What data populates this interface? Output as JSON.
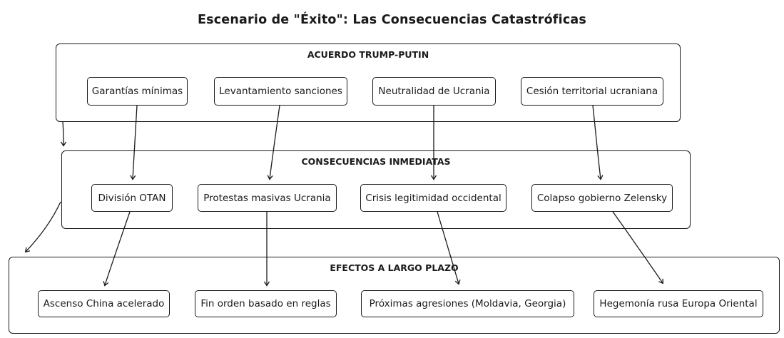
{
  "title": "Escenario de \"Éxito\": Las Consecuencias Catastróficas",
  "colors": {
    "line": "#1a1a1a",
    "border": "#1a1a1a",
    "text": "#1a1a1a",
    "background": "#ffffff"
  },
  "diagram": {
    "groups": [
      {
        "id": "acuerdo",
        "label": "ACUERDO TRUMP-PUTIN",
        "items": [
          {
            "id": "garantias",
            "label": "Garantías mínimas"
          },
          {
            "id": "levantamiento",
            "label": "Levantamiento sanciones"
          },
          {
            "id": "neutralidad",
            "label": "Neutralidad de Ucrania"
          },
          {
            "id": "cesion",
            "label": "Cesión territorial ucraniana"
          }
        ]
      },
      {
        "id": "consecuencias",
        "label": "CONSECUENCIAS INMEDIATAS",
        "items": [
          {
            "id": "division",
            "label": "División OTAN"
          },
          {
            "id": "protestas",
            "label": "Protestas masivas Ucrania"
          },
          {
            "id": "crisis",
            "label": "Crisis legitimidad occidental"
          },
          {
            "id": "colapso",
            "label": "Colapso gobierno Zelensky"
          }
        ]
      },
      {
        "id": "efectos",
        "label": "EFECTOS A LARGO PLAZO",
        "items": [
          {
            "id": "china",
            "label": "Ascenso China acelerado"
          },
          {
            "id": "finorden",
            "label": "Fin orden basado en reglas"
          },
          {
            "id": "agresiones",
            "label": "Próximas agresiones (Moldavia, Georgia)"
          },
          {
            "id": "hegemonia",
            "label": "Hegemonía rusa Europa Oriental"
          }
        ]
      }
    ],
    "edges": [
      {
        "from": "garantias",
        "to": "division"
      },
      {
        "from": "levantamiento",
        "to": "protestas"
      },
      {
        "from": "neutralidad",
        "to": "crisis"
      },
      {
        "from": "cesion",
        "to": "colapso"
      },
      {
        "from": "acuerdo",
        "to": "consecuencias"
      },
      {
        "from": "division",
        "to": "china"
      },
      {
        "from": "protestas",
        "to": "finorden"
      },
      {
        "from": "crisis",
        "to": "agresiones"
      },
      {
        "from": "colapso",
        "to": "hegemonia"
      },
      {
        "from": "consecuencias",
        "to": "efectos"
      }
    ]
  }
}
